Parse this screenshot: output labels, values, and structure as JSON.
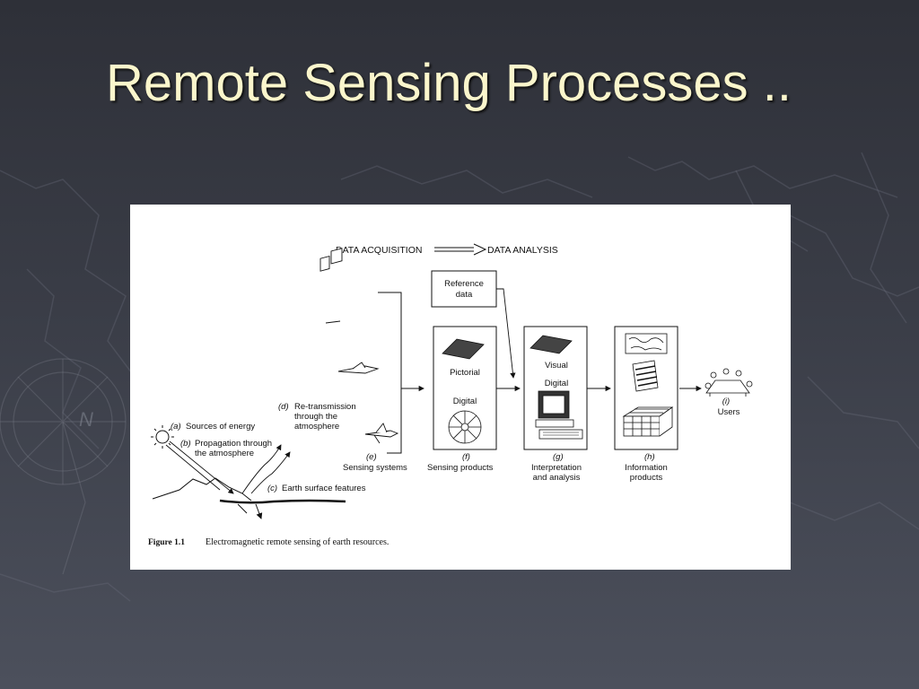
{
  "slide": {
    "title": "Remote Sensing Processes .."
  },
  "figure": {
    "header": {
      "left": "DATA ACQUISITION",
      "right": "DATA ANALYSIS"
    },
    "labels": {
      "a_letter": "(a)",
      "a_text": "Sources of energy",
      "b_letter": "(b)",
      "b_text1": "Propagation through",
      "b_text2": "the atmosphere",
      "c_letter": "(c)",
      "c_text": "Earth surface features",
      "d_letter": "(d)",
      "d_text1": "Re-transmission",
      "d_text2": "through the",
      "d_text3": "atmosphere",
      "e_letter": "(e)",
      "e_text": "Sensing systems",
      "f_letter": "(f)",
      "f_text": "Sensing products",
      "g_letter": "(g)",
      "g_text1": "Interpretation",
      "g_text2": "and analysis",
      "h_letter": "(h)",
      "h_text1": "Information",
      "h_text2": "products",
      "i_letter": "(i)",
      "i_text": "Users",
      "reference1": "Reference",
      "reference2": "data",
      "pictorial": "Pictorial",
      "digital_f": "Digital",
      "visual": "Visual",
      "digital_g": "Digital"
    },
    "caption": {
      "number": "Figure 1.1",
      "text": "Electromagnetic remote sensing of earth resources."
    }
  },
  "colors": {
    "title": "#fbf6cc",
    "background": "#3a3d47",
    "panel": "#ffffff",
    "ink": "#111111"
  }
}
